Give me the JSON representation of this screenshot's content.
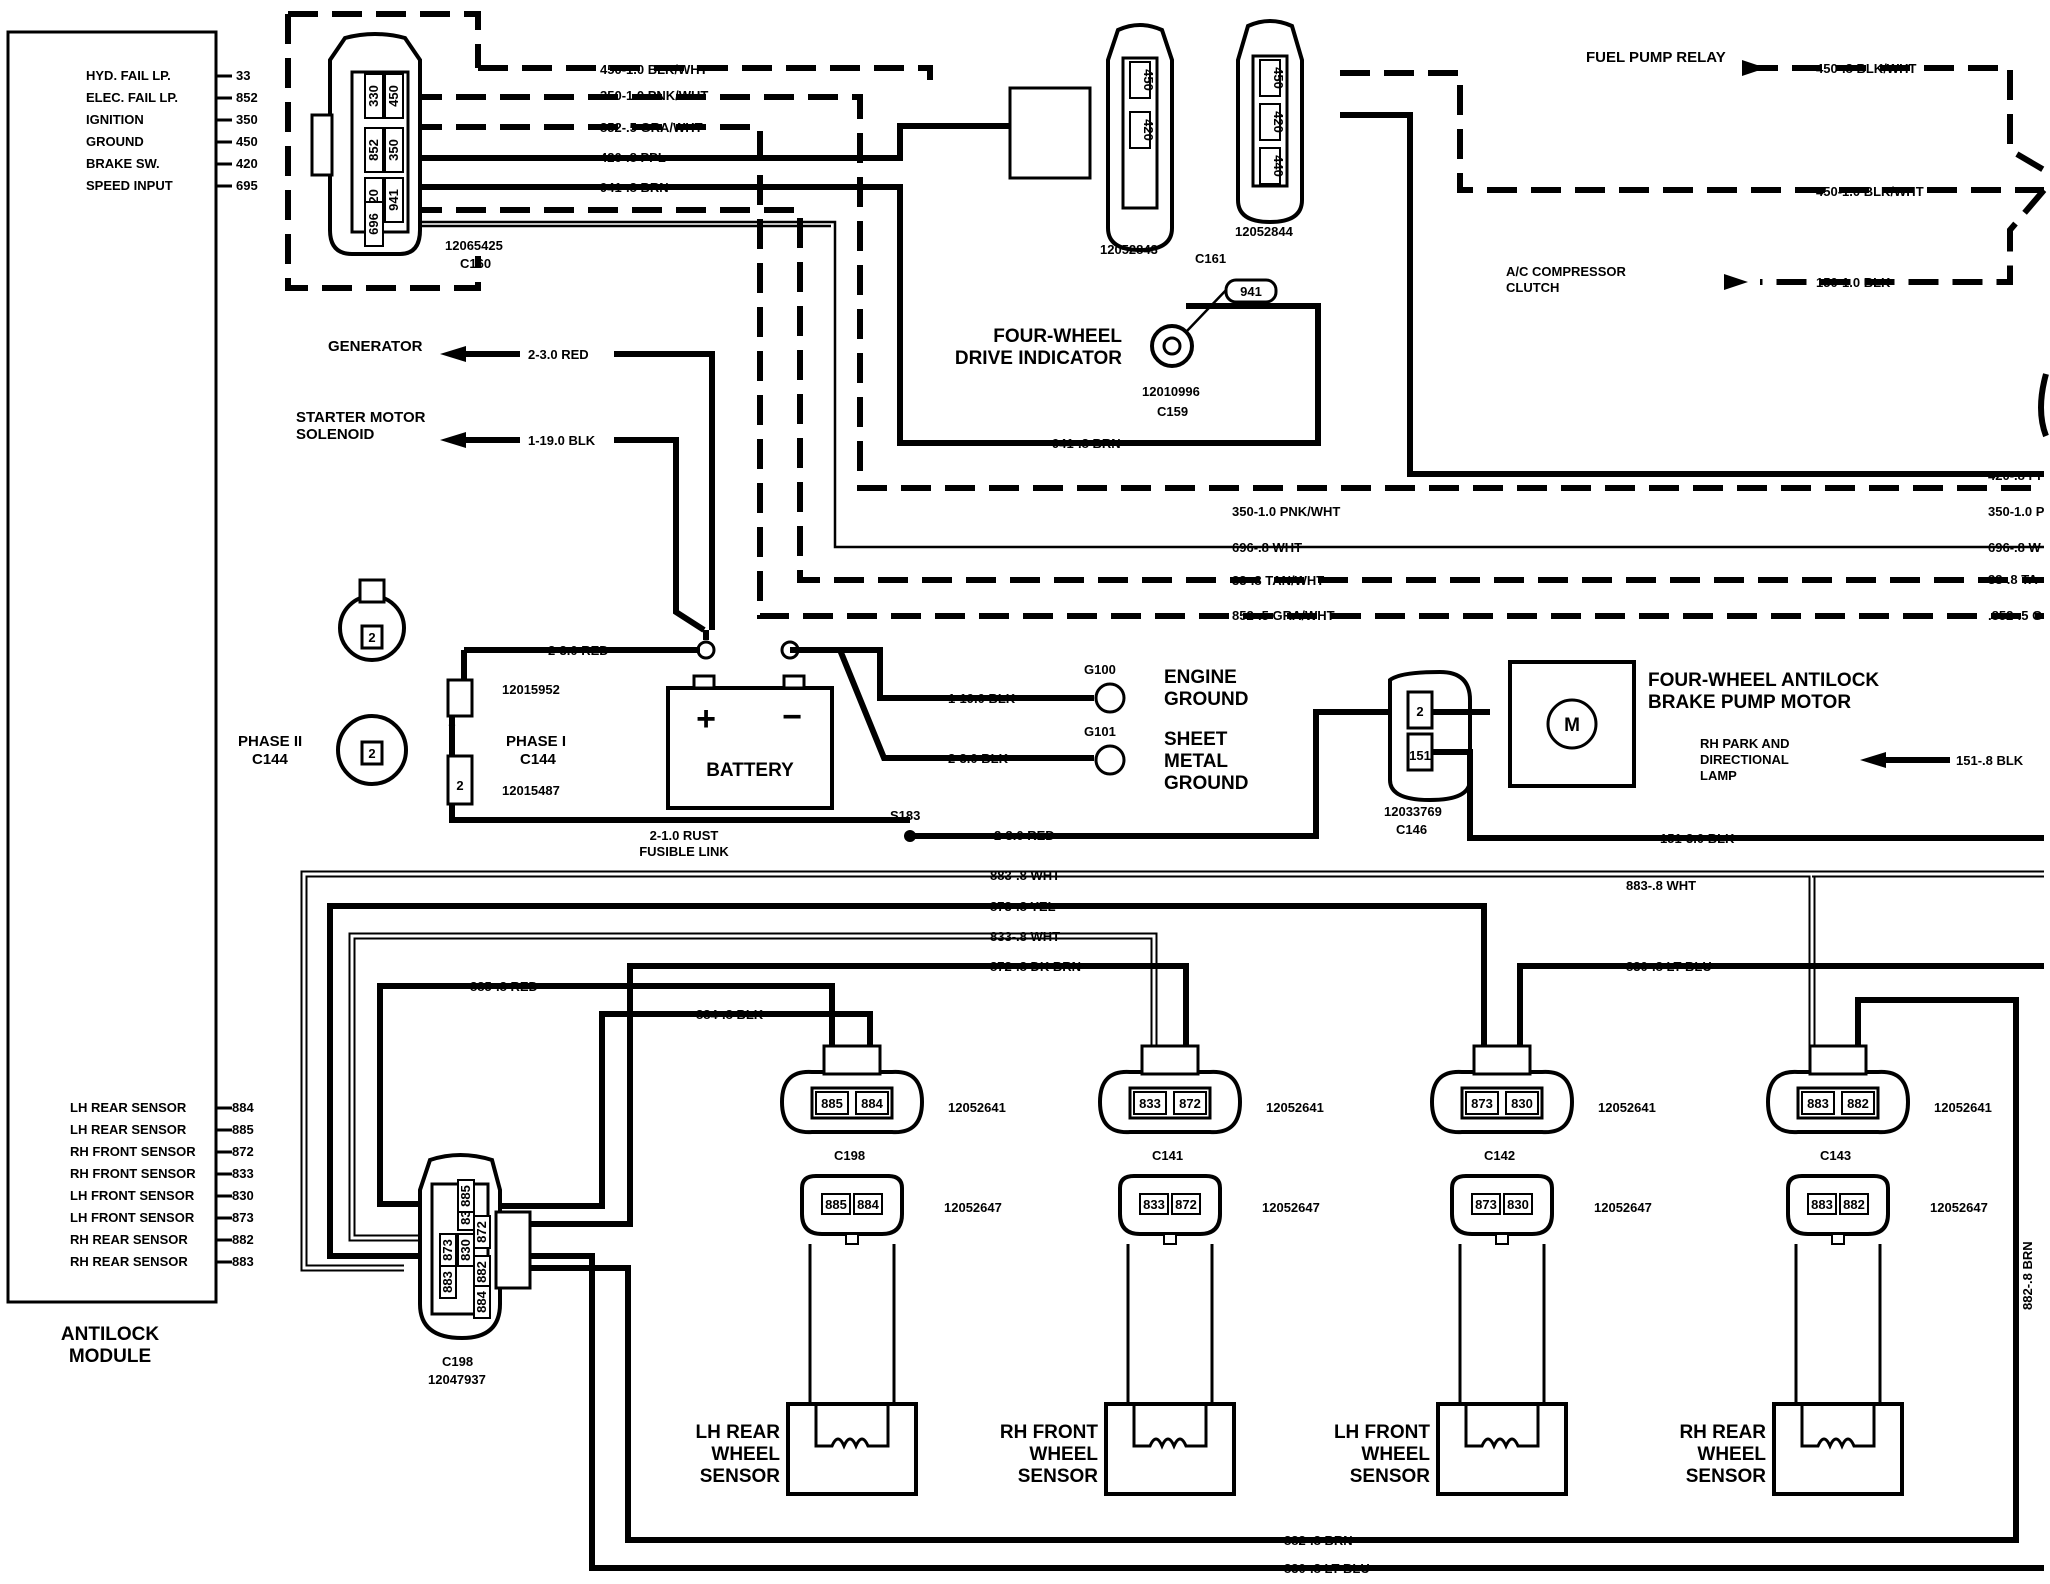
{
  "module": {
    "title_line1": "ANTILOCK",
    "title_line2": "MODULE",
    "top_pins": [
      {
        "label": "HYD. FAIL LP.",
        "circuit": "33"
      },
      {
        "label": "ELEC. FAIL LP.",
        "circuit": "852"
      },
      {
        "label": "IGNITION",
        "circuit": "350"
      },
      {
        "label": "GROUND",
        "circuit": "450"
      },
      {
        "label": "BRAKE SW.",
        "circuit": "420"
      },
      {
        "label": "SPEED INPUT",
        "circuit": "695"
      }
    ],
    "bottom_pins": [
      {
        "label": "LH REAR SENSOR",
        "circuit": "884"
      },
      {
        "label": "LH REAR SENSOR",
        "circuit": "885"
      },
      {
        "label": "RH FRONT SENSOR",
        "circuit": "872"
      },
      {
        "label": "RH FRONT SENSOR",
        "circuit": "833"
      },
      {
        "label": "LH FRONT SENSOR",
        "circuit": "830"
      },
      {
        "label": "LH FRONT SENSOR",
        "circuit": "873"
      },
      {
        "label": "RH REAR SENSOR",
        "circuit": "882"
      },
      {
        "label": "RH REAR SENSOR",
        "circuit": "883"
      }
    ]
  },
  "c160": {
    "part": "12065425",
    "name": "C160",
    "pins": [
      "330",
      "450",
      "852",
      "350",
      "420",
      "941",
      "696"
    ]
  },
  "top_wires": [
    "450-1.0 BLK/WHT",
    "350-1.0 PNK/WHT",
    "852-.5 GRA/WHT",
    "420-.8 PPL",
    "941-.8 BRN"
  ],
  "c161": {
    "part_a": "12052843",
    "part_b": "12052844",
    "name": "C161",
    "pins_a": [
      "450",
      "420"
    ],
    "pins_b": [
      "450",
      "420",
      "440"
    ]
  },
  "right_top": {
    "fuel_pump_relay": "FUEL PUMP RELAY",
    "fuel_pump_wire": "450-.8 BLK/WHT",
    "wire_450_10": "450-1.0 BLK/WHT",
    "ac_compressor_line1": "A/C COMPRESSOR",
    "ac_compressor_line2": "CLUTCH",
    "ac_wire": "150-1.0 BLK"
  },
  "four_wd": {
    "label_line1": "FOUR-WHEEL",
    "label_line2": "DRIVE INDICATOR",
    "pin": "941",
    "part": "12010996",
    "name": "C159",
    "wire": "941-.8 BRN"
  },
  "right_edge_wires": [
    "420-.8 PI",
    "350-1.0 P",
    "696-.8 W",
    "33-.8 TA",
    ".852-.5 G"
  ],
  "bus_wires": [
    "350-1.0 PNK/WHT",
    "696-.8 WHT",
    "33-.8 TAN/WHT",
    "852-.5 GRA/WHT"
  ],
  "power": {
    "generator": "GENERATOR",
    "generator_wire": "2-3.0 RED",
    "starter_line1": "STARTER MOTOR",
    "starter_line2": "SOLENOID",
    "starter_wire": "1-19.0 BLK",
    "battery": "BATTERY",
    "battery_plus": "+",
    "battery_minus": "−",
    "phase_ii_line1": "PHASE II",
    "phase_ii_line2": "C144",
    "phase_i_line1": "PHASE I",
    "phase_i_line2": "C144",
    "phase_pin": "2",
    "part_12015952": "12015952",
    "part_12015487": "12015487",
    "red_wire": "2-3.0 RED",
    "fusible_line1": "2-1.0 RUST",
    "fusible_line2": "FUSIBLE LINK",
    "splice": "S183",
    "red_wire_2": "2-3.0 RED"
  },
  "grounds": {
    "g100": "G100",
    "g101": "G101",
    "engine_line1": "ENGINE",
    "engine_line2": "GROUND",
    "sheet_line1": "SHEET",
    "sheet_line2": "METAL",
    "sheet_line3": "GROUND",
    "wire_engine": "1-19.0 BLK",
    "wire_sheet": "2-3.0 BLK"
  },
  "pump": {
    "label_line1": "FOUR-WHEEL ANTILOCK",
    "label_line2": "BRAKE PUMP MOTOR",
    "motor_letter": "M",
    "connector_part": "12033769",
    "connector_name": "C146",
    "pins": [
      "2",
      "151"
    ],
    "wire_151": "151-3.0 BLK",
    "rh_park_line1": "RH PARK AND",
    "rh_park_line2": "DIRECTIONAL",
    "rh_park_line3": "LAMP",
    "rh_park_wire": "151-.8 BLK"
  },
  "sensor_wires": {
    "w883": "883-.8 WHT",
    "w873": "873-.8 YEL",
    "w833": "833-.8 WHT",
    "w872": "872-.8 DK BRN",
    "w885": "885-.8 RED",
    "w884": "884-.8 BLK",
    "w830": "830-.8 LT BLU",
    "w882_right": "882-.8 BRN",
    "w882": "882-.8 BRN",
    "w830_bottom": "830-.8 LT BLU"
  },
  "c198": {
    "name": "C198",
    "part": "12047937",
    "pins": [
      "883",
      "873",
      "830",
      "833",
      "885",
      "872",
      "882",
      "884"
    ]
  },
  "sensors": [
    {
      "connector": "C198",
      "part_top": "12052641",
      "part_bottom": "12052647",
      "pins": [
        "885",
        "884"
      ],
      "label_line1": "LH REAR",
      "label_line2": "WHEEL",
      "label_line3": "SENSOR"
    },
    {
      "connector": "C141",
      "part_top": "12052641",
      "part_bottom": "12052647",
      "pins": [
        "833",
        "872"
      ],
      "label_line1": "RH FRONT",
      "label_line2": "WHEEL",
      "label_line3": "SENSOR"
    },
    {
      "connector": "C142",
      "part_top": "12052641",
      "part_bottom": "12052647",
      "pins": [
        "873",
        "830"
      ],
      "label_line1": "LH FRONT",
      "label_line2": "WHEEL",
      "label_line3": "SENSOR"
    },
    {
      "connector": "C143",
      "part_top": "12052641",
      "part_bottom": "12052647",
      "pins": [
        "883",
        "882"
      ],
      "label_line1": "RH REAR",
      "label_line2": "WHEEL",
      "label_line3": "SENSOR"
    }
  ]
}
